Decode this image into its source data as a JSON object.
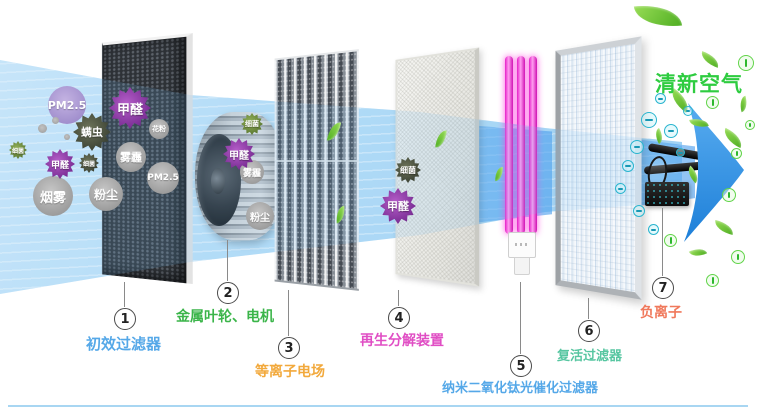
{
  "title": {
    "text": "清新空气",
    "color": "#2ecc40"
  },
  "stages": [
    {
      "num": "1",
      "label": "初效过滤器",
      "color": "#55a8e8"
    },
    {
      "num": "2",
      "label": "金属叶轮、电机",
      "color": "#3bb54a"
    },
    {
      "num": "3",
      "label": "等离子电场",
      "color": "#f2a93c"
    },
    {
      "num": "4",
      "label": "再生分解装置",
      "color": "#e04ec4"
    },
    {
      "num": "5",
      "label": "纳米二氧化钛光催化过滤器",
      "color": "#55a8e8"
    },
    {
      "num": "6",
      "label": "复活过滤器",
      "color": "#57c6a1"
    },
    {
      "num": "7",
      "label": "负离子",
      "color": "#f0795c"
    }
  ],
  "pollutants": {
    "pm25": "PM2.5",
    "jiaquan": "甲醛",
    "manchong": "螨虫",
    "xijun": "细菌",
    "wumai": "雾霾",
    "yanwu": "烟雾",
    "fenchen": "粉尘",
    "huafen": "花粉"
  },
  "colors": {
    "air_stream": "#9fd2f3",
    "arrow": "#2e8fe0",
    "uv_lamp": "#f02cd0",
    "bottom_rule": "#a8d6f2"
  }
}
